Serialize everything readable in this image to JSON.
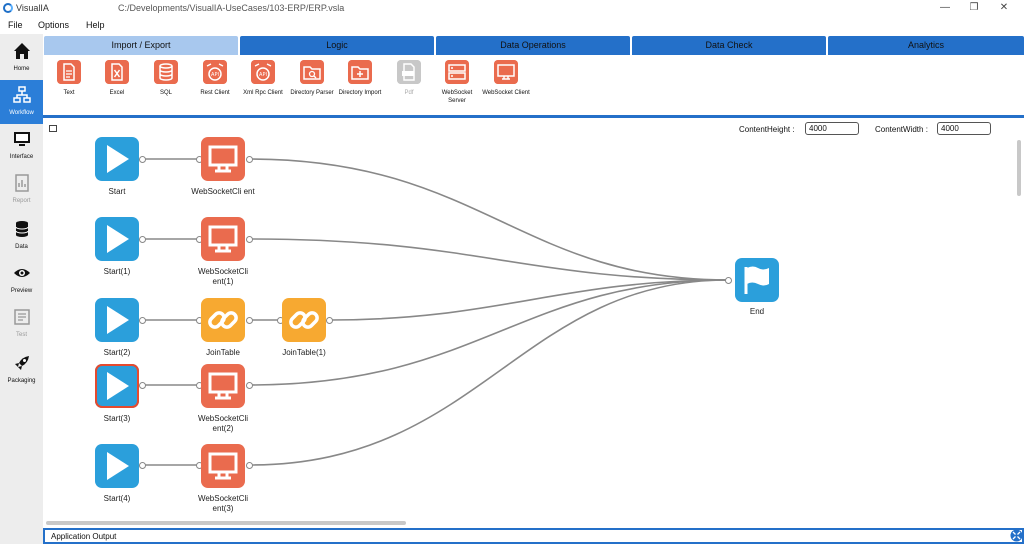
{
  "window": {
    "app_name": "VisualIA",
    "path": "C:/Developments/VisualIA-UseCases/103-ERP/ERP.vsla",
    "minimize": "—",
    "restore": "❐",
    "close": "✕"
  },
  "menu": {
    "file": "File",
    "options": "Options",
    "help": "Help"
  },
  "sidebar": {
    "items": [
      {
        "label": "Home",
        "icon": "home-icon"
      },
      {
        "label": "Workflow",
        "icon": "workflow-icon",
        "active": true
      },
      {
        "label": "Interface",
        "icon": "monitor-icon"
      },
      {
        "label": "Report",
        "icon": "report-icon",
        "disabled": true
      },
      {
        "label": "Data",
        "icon": "database-icon"
      },
      {
        "label": "Preview",
        "icon": "eye-icon"
      },
      {
        "label": "Test",
        "icon": "test-icon",
        "disabled": true
      },
      {
        "label": "Packaging",
        "icon": "rocket-icon"
      }
    ]
  },
  "tabs": [
    "Import / Export",
    "Logic",
    "Data Operations",
    "Data Check",
    "Analytics"
  ],
  "toolbar": {
    "tools": [
      {
        "label": "Text",
        "icon": "text-file-icon"
      },
      {
        "label": "Excel",
        "icon": "excel-icon"
      },
      {
        "label": "SQL",
        "icon": "database-icon"
      },
      {
        "label": "Rest Client",
        "icon": "api-icon"
      },
      {
        "label": "Xml Rpc Client",
        "icon": "api-icon"
      },
      {
        "label": "Directory Parser",
        "icon": "folder-search-icon"
      },
      {
        "label": "Directory Import",
        "icon": "folder-plus-icon"
      },
      {
        "label": "Pdf",
        "icon": "pdf-icon",
        "disabled": true
      },
      {
        "label": "WebSocket Server",
        "icon": "server-icon"
      },
      {
        "label": "WebSocket Client",
        "icon": "monitor-icon"
      }
    ]
  },
  "canvas": {
    "content_height_label": "ContentHeight :",
    "content_height_value": "4000",
    "content_width_label": "ContentWidth :",
    "content_width_value": "4000"
  },
  "nodes": {
    "start0": "Start",
    "ws0": "WebSocketCli ent",
    "start1": "Start(1)",
    "ws1": "WebSocketCli ent(1)",
    "start2": "Start(2)",
    "join0": "JoinTable",
    "join1": "JoinTable(1)",
    "start3": "Start(3)",
    "ws2": "WebSocketCli ent(2)",
    "start4": "Start(4)",
    "ws3": "WebSocketCli ent(3)",
    "end": "End"
  },
  "colors": {
    "accent": "#2470c9",
    "start": "#2b9fdb",
    "websocket": "#ea6b4e",
    "join": "#f7a931"
  },
  "output": {
    "title": "Application Output"
  }
}
